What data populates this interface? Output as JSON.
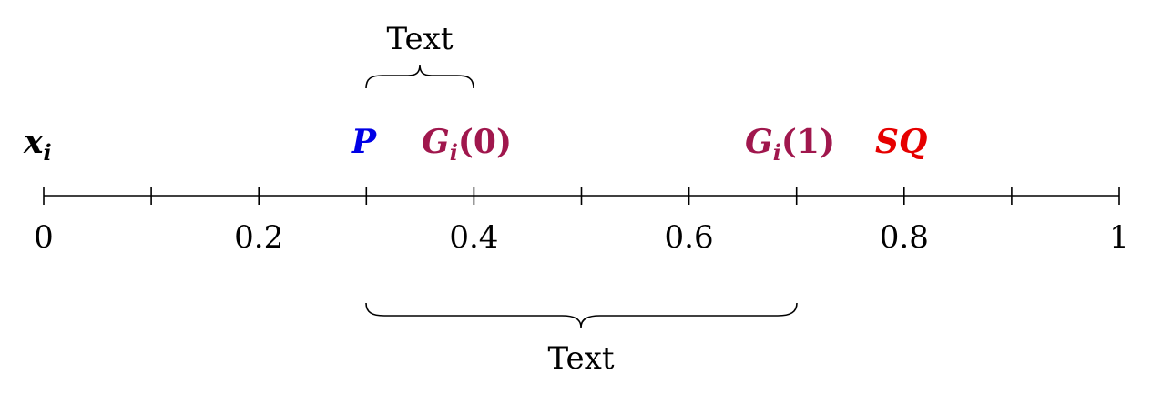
{
  "axis": {
    "min": 0,
    "max": 1,
    "major_ticks": [
      0,
      0.1,
      0.2,
      0.3,
      0.4,
      0.5,
      0.6,
      0.7,
      0.8,
      0.9,
      1
    ],
    "labels": [
      {
        "value": 0,
        "text": "0"
      },
      {
        "value": 0.2,
        "text": "0.2"
      },
      {
        "value": 0.4,
        "text": "0.4"
      },
      {
        "value": 0.6,
        "text": "0.6"
      },
      {
        "value": 0.8,
        "text": "0.8"
      },
      {
        "value": 1,
        "text": "1"
      }
    ]
  },
  "row_label": {
    "base": "x",
    "sub": "i"
  },
  "points": {
    "p": {
      "text": "P",
      "color": "#0000e6"
    },
    "g0": {
      "base": "G",
      "sub": "i",
      "arg": "(0)",
      "color": "#a0174d"
    },
    "g1": {
      "base": "G",
      "sub": "i",
      "arg": "(1)",
      "color": "#a0174d"
    },
    "sq": {
      "text": "SQ",
      "color": "#e60000"
    }
  },
  "braces": {
    "top": {
      "from": 0.3,
      "to": 0.4,
      "label": "Text"
    },
    "bottom": {
      "from": 0.3,
      "to": 0.7,
      "label": "Text"
    }
  }
}
